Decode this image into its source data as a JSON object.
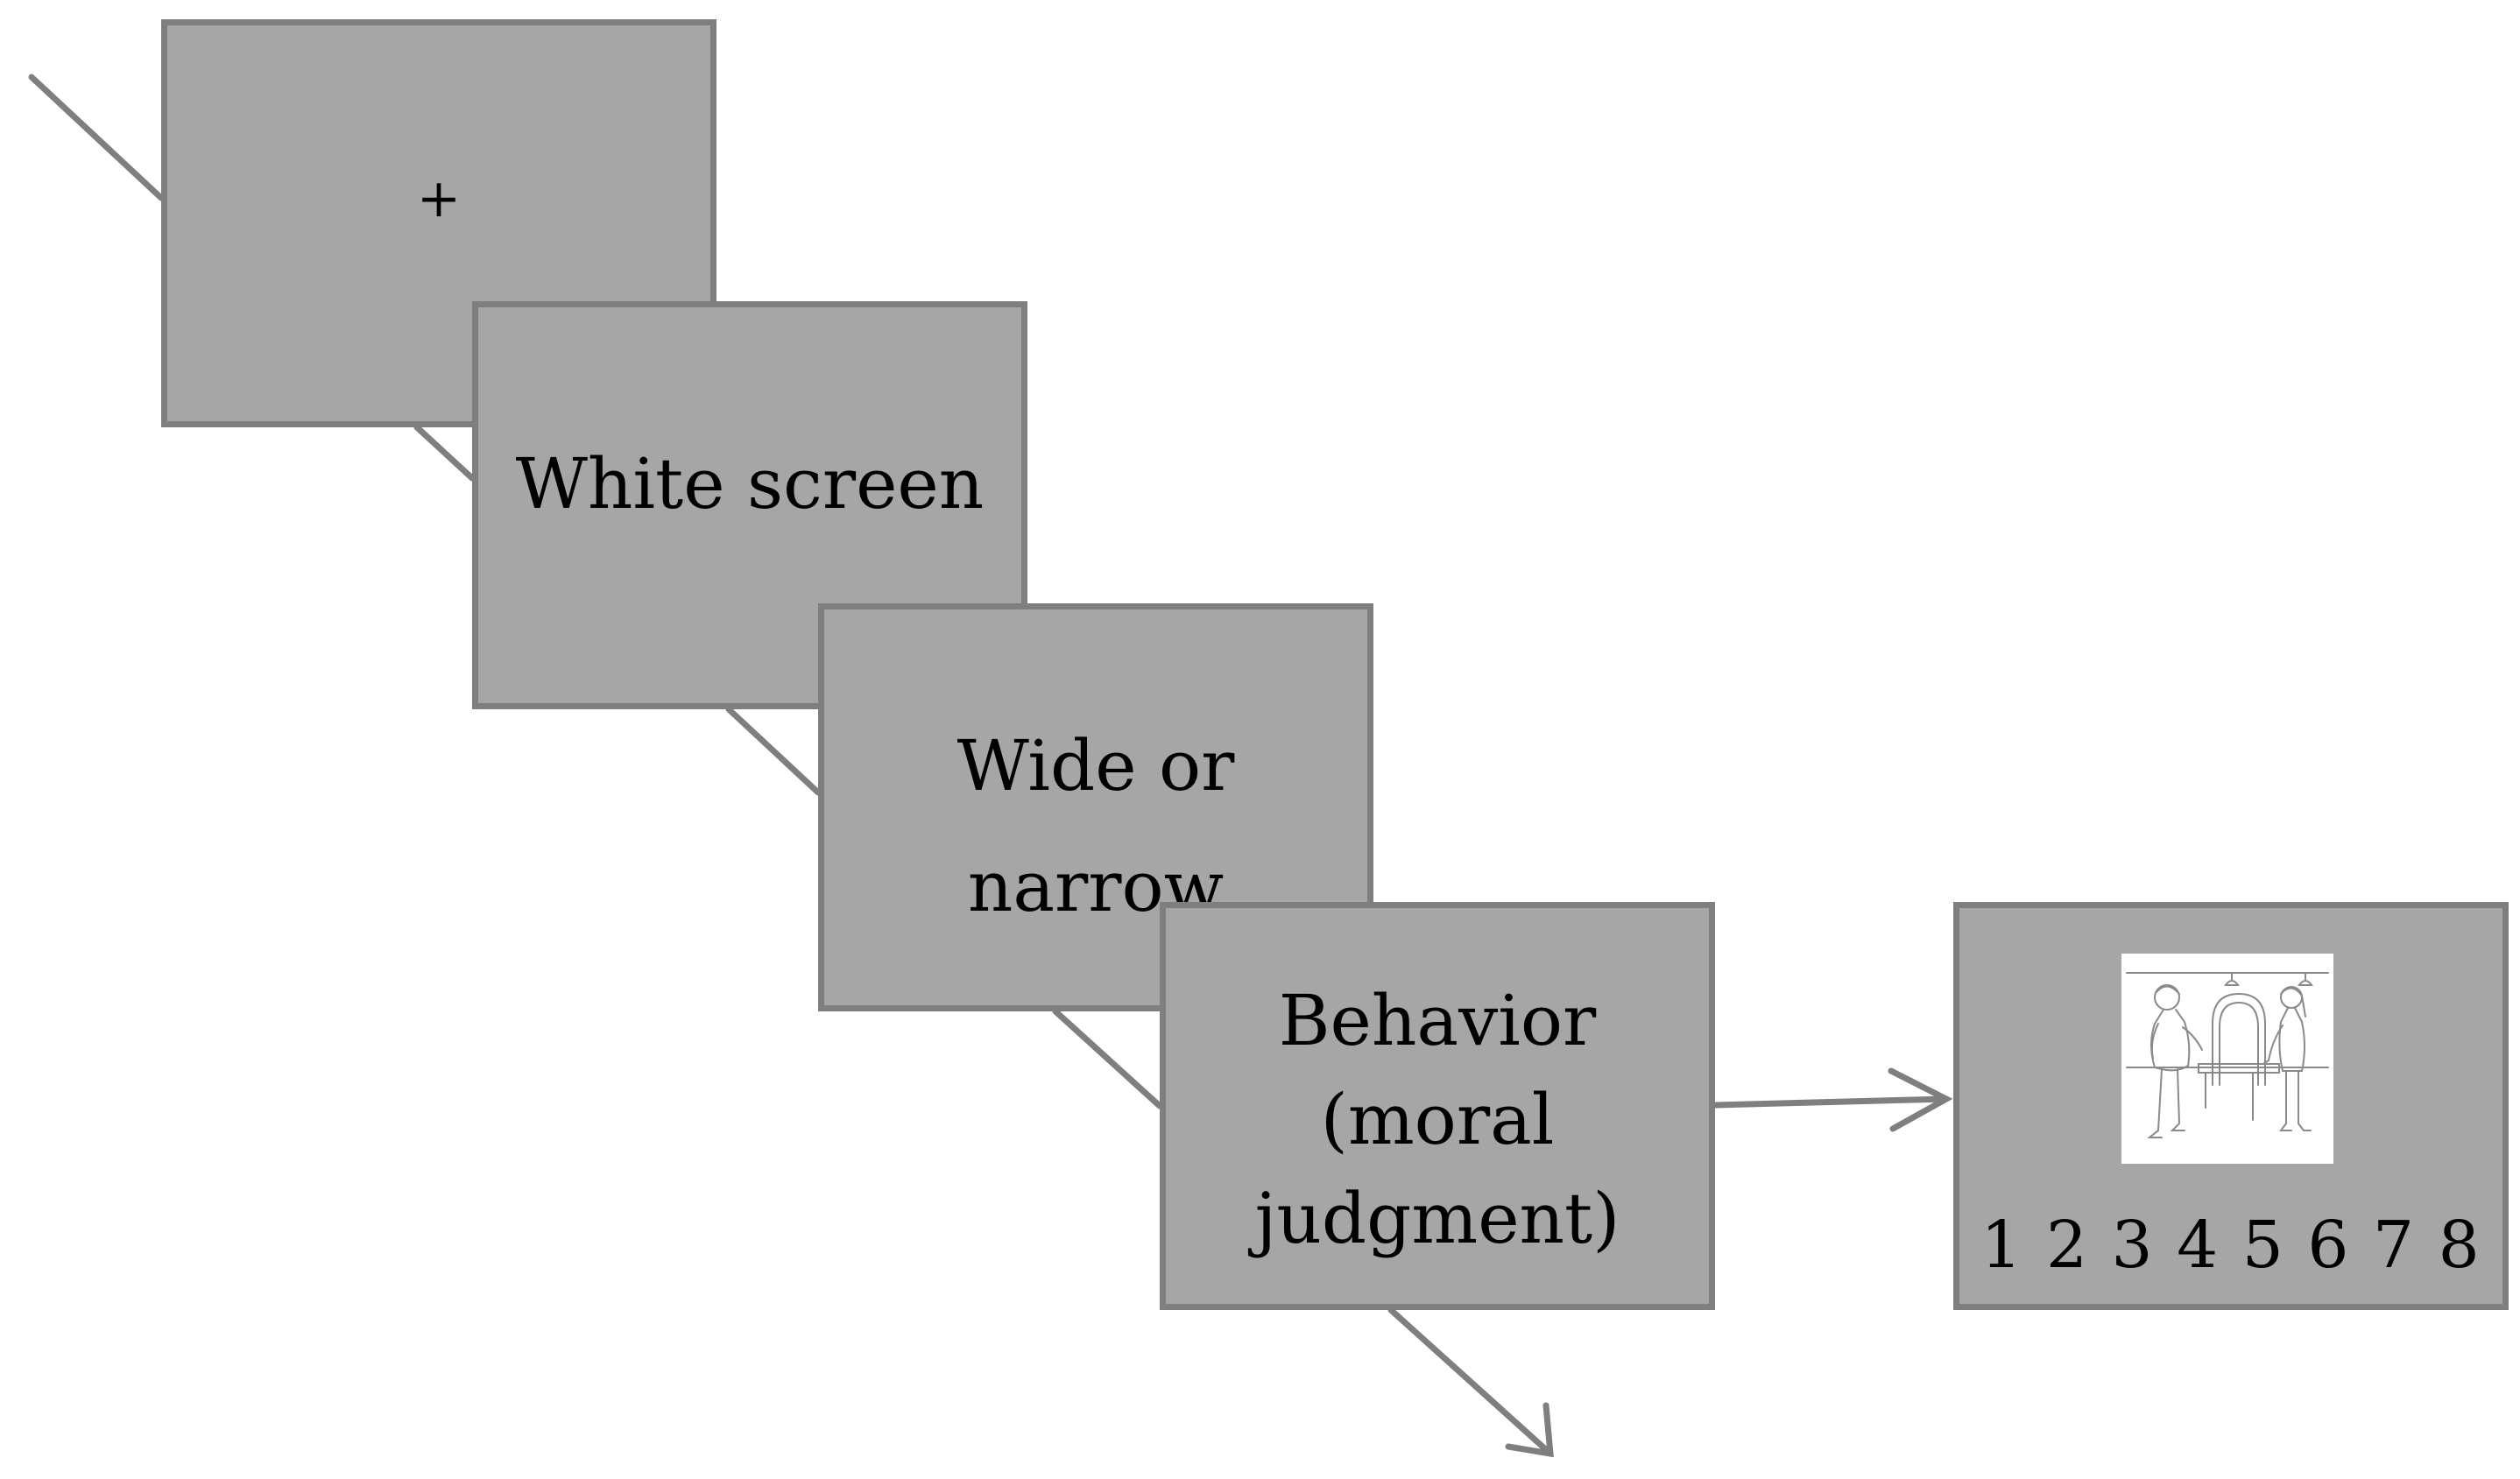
{
  "diagram": {
    "frames": [
      {
        "id": "fixation",
        "lines": [
          "+"
        ]
      },
      {
        "id": "white",
        "lines": [
          "White screen"
        ]
      },
      {
        "id": "wide",
        "lines": [
          "Wide or",
          "narrow"
        ]
      },
      {
        "id": "behavior",
        "lines": [
          "Behavior",
          "(moral",
          "judgment)"
        ]
      },
      {
        "id": "rating",
        "scale": "1 2 3 4 5 6 7 8"
      }
    ],
    "colors": {
      "frame_fill": "#a6a6a6",
      "frame_border": "#7f7f7f",
      "arrow": "#7f7f7f",
      "sketch_line": "#8a8a8a",
      "text": "#000000"
    },
    "icons": {
      "scene": "moral-scenario-sketch-icon",
      "timeline_arrow": "arrow-right-down-icon",
      "response_arrow": "arrow-right-icon"
    }
  }
}
